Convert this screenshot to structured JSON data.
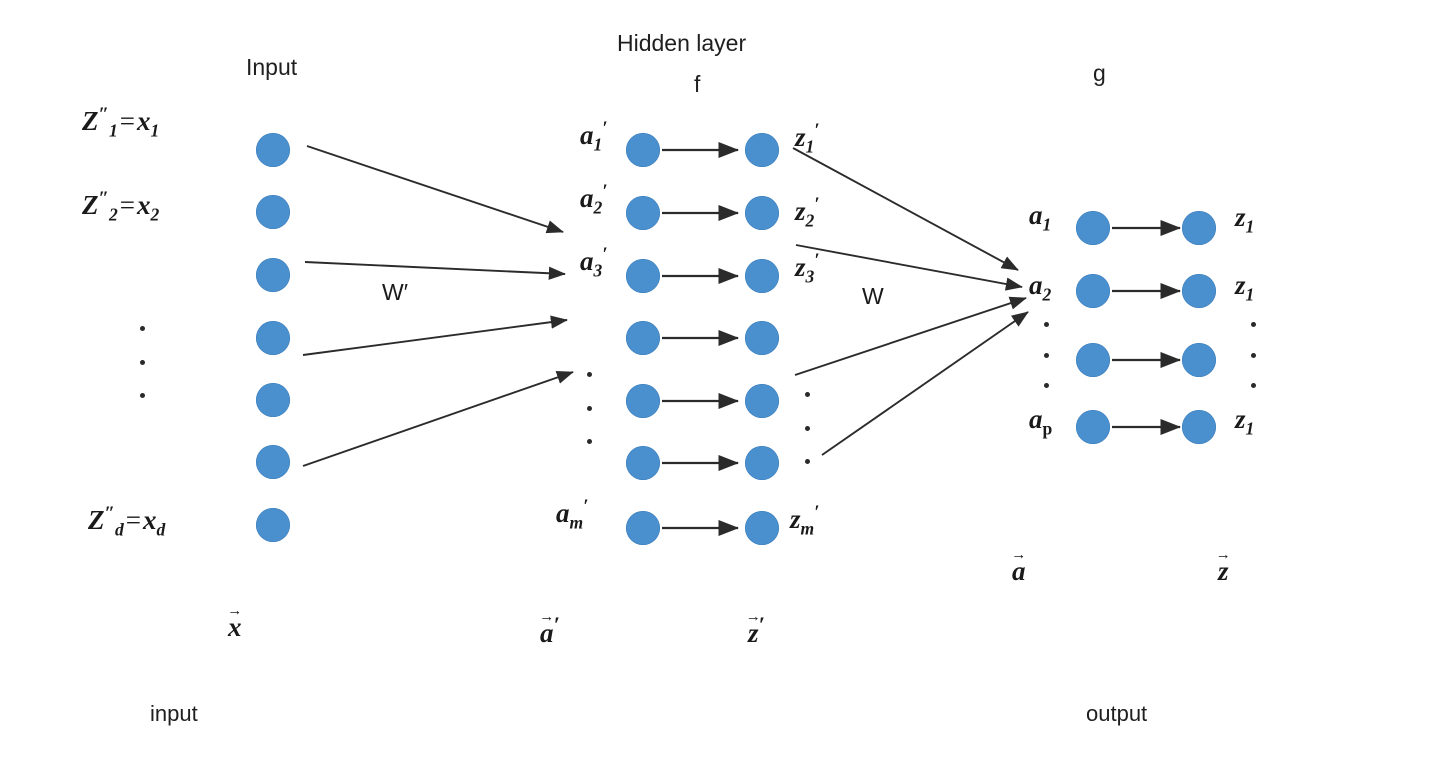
{
  "diagram": {
    "title_headers": {
      "input": "Input",
      "hidden_line1": "Hidden layer",
      "hidden_line2": "f",
      "output_fn": "g"
    },
    "footers": {
      "input": "input",
      "output": "output"
    },
    "weights": {
      "w_prime": "W′",
      "w": "W"
    },
    "vectors": {
      "x": "x",
      "a_prime": "a",
      "a_prime_mark": "′",
      "z_prime": "z",
      "z_prime_mark": "′",
      "a": "a",
      "z": "z",
      "accent": "→"
    },
    "input_layer": {
      "labels": [
        {
          "base": "Z",
          "dprime": "″",
          "sub": "1",
          "eq": "=",
          "rhs_base": "x",
          "rhs_sub": "1"
        },
        {
          "base": "Z",
          "dprime": "″",
          "sub": "2",
          "eq": "=",
          "rhs_base": "x",
          "rhs_sub": "2"
        },
        {
          "base": "Z",
          "dprime": "″",
          "sub": "d",
          "eq": "=",
          "rhs_base": "x",
          "rhs_sub": "d"
        }
      ],
      "node_count": 7,
      "ellipsis_count": 3
    },
    "hidden_layer": {
      "a_labels": [
        {
          "base": "a",
          "sub": "1",
          "prime": "′"
        },
        {
          "base": "a",
          "sub": "2",
          "prime": "′"
        },
        {
          "base": "a",
          "sub": "3",
          "prime": "′"
        },
        {
          "base": "a",
          "sub": "m",
          "prime": "′"
        }
      ],
      "z_labels": [
        {
          "base": "z",
          "sub": "1",
          "prime": "′"
        },
        {
          "base": "z",
          "sub": "2",
          "prime": "′"
        },
        {
          "base": "z",
          "sub": "3",
          "prime": "′"
        },
        {
          "base": "z",
          "sub": "m",
          "prime": "′"
        }
      ],
      "row_count": 7,
      "ellipsis_count": 3
    },
    "output_layer": {
      "a_labels": [
        {
          "base": "a",
          "sub": "1"
        },
        {
          "base": "a",
          "sub": "2"
        },
        {
          "base": "a",
          "sub": "p"
        }
      ],
      "z_labels": [
        {
          "base": "z",
          "sub": "1"
        },
        {
          "base": "z",
          "sub": "1"
        },
        {
          "base": "z",
          "sub": "1"
        }
      ],
      "row_count": 4,
      "ellipsis_count": 3
    },
    "colors": {
      "node_fill": "#4a90cf",
      "arrow": "#2b2b2b",
      "text": "#1a1a1a",
      "background": "#ffffff"
    }
  }
}
